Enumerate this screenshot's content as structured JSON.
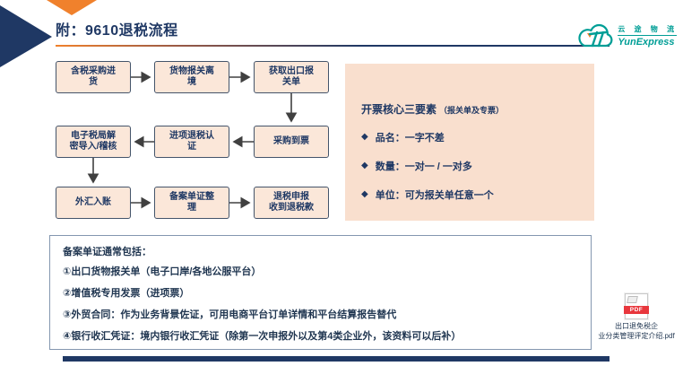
{
  "slide": {
    "title": "附：9610退税流程"
  },
  "logo": {
    "company_cn": "云 途 物 流",
    "company_en": "YunExpress"
  },
  "flowchart": {
    "steps": [
      {
        "label": "含税采购进\n货"
      },
      {
        "label": "货物报关离\n境"
      },
      {
        "label": "获取出口报\n关单"
      },
      {
        "label": "采购到票"
      },
      {
        "label": "进项退税认\n证"
      },
      {
        "label": "电子税局解\n密导入/稽核"
      },
      {
        "label": "外汇入账"
      },
      {
        "label": "备案单证整\n理"
      },
      {
        "label": "退税申报\n收到退税款"
      }
    ]
  },
  "panel": {
    "title": "开票核心三要素",
    "subtitle": "（报关单及专票）",
    "bullets": [
      "品名：一字不差",
      "数量：一对一 / 一对多",
      "单位：可为报关单任意一个"
    ]
  },
  "notes": {
    "heading": "备案单证通常包括：",
    "items": [
      "①出口货物报关单（电子口岸/各地公服平台）",
      "②增值税专用发票（进项票）",
      "③外贸合同：作为业务背景佐证，可用电商平台订单详情和平台结算报告替代",
      "④银行收汇凭证：境内银行收汇凭证（除第一次申报外以及第4类企业外，该资料可以后补）"
    ]
  },
  "attachment": {
    "icon_label": "PDF",
    "filename": "出口退免税企\n业分类管理评定介绍.pdf"
  },
  "colors": {
    "navy": "#1F3864",
    "orange": "#F0812C",
    "teal": "#009E96",
    "box_fill": "#FBE7D9",
    "panel_fill": "#F9DFCE",
    "box_border": "#44546A",
    "notes_border": "#8497B0",
    "pdf_red": "#E8373D"
  }
}
